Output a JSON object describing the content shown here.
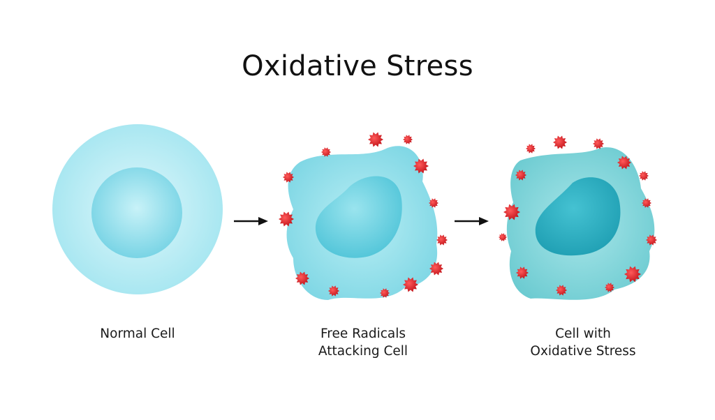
{
  "title": "Oxidative Stress",
  "stages": [
    {
      "id": "normal",
      "label_lines": [
        "Normal Cell"
      ]
    },
    {
      "id": "attack",
      "label_lines": [
        "Free Radicals",
        "Attacking Cell"
      ]
    },
    {
      "id": "stress",
      "label_lines": [
        "Cell with",
        "Oxidative Stress"
      ]
    }
  ],
  "colors": {
    "normal_cell_outer": "#bdeef5",
    "normal_cell_nucleus": "#8fdcea",
    "attack_cell_body": "#8fdfe9",
    "attack_cell_nucleus": "#6fd1e0",
    "stress_cell_body": "#88d6d9",
    "stress_cell_nucleus": "#2fb3c4",
    "free_radical": "#e21f26",
    "arrow": "#111111"
  }
}
